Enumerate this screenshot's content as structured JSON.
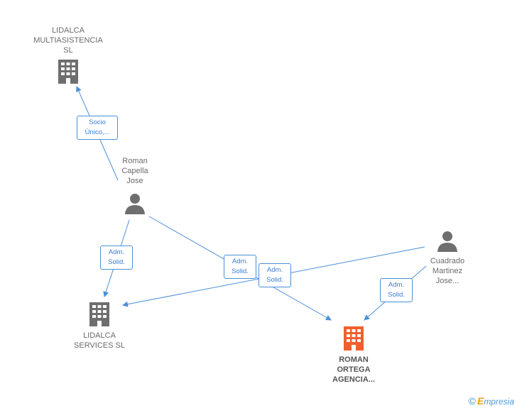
{
  "nodes": [
    {
      "id": "lidalca_multi",
      "type": "company",
      "label": "LIDALCA\nMULTIASISTENCIA\nSL",
      "highlight": false
    },
    {
      "id": "roman_capella",
      "type": "person",
      "label": "Roman\nCapella\nJose",
      "highlight": false
    },
    {
      "id": "lidalca_services",
      "type": "company",
      "label": "LIDALCA\nSERVICES SL",
      "highlight": false
    },
    {
      "id": "cuadrado_martinez",
      "type": "person",
      "label": "Cuadrado\nMartinez\nJose...",
      "highlight": false
    },
    {
      "id": "roman_ortega",
      "type": "company",
      "label": "ROMAN\nORTEGA\nAGENCIA...",
      "highlight": true
    }
  ],
  "edges": [
    {
      "from": "roman_capella",
      "to": "lidalca_multi",
      "label": "Socio\nÚnico,..."
    },
    {
      "from": "roman_capella",
      "to": "lidalca_services",
      "label": "Adm.\nSolid."
    },
    {
      "from": "roman_capella",
      "to": "roman_ortega",
      "label": "Adm.\nSolid."
    },
    {
      "from": "cuadrado_martinez",
      "to": "lidalca_services",
      "label": "Adm.\nSolid."
    },
    {
      "from": "cuadrado_martinez",
      "to": "roman_ortega",
      "label": "Adm.\nSolid."
    }
  ],
  "colors": {
    "edge": "#4a8fd8",
    "company": "#6e6e6e",
    "company_highlight": "#f0602e",
    "person": "#6e6e6e"
  },
  "watermark": {
    "symbol": "©",
    "brand_e": "E",
    "brand_rest": "mpresia"
  }
}
